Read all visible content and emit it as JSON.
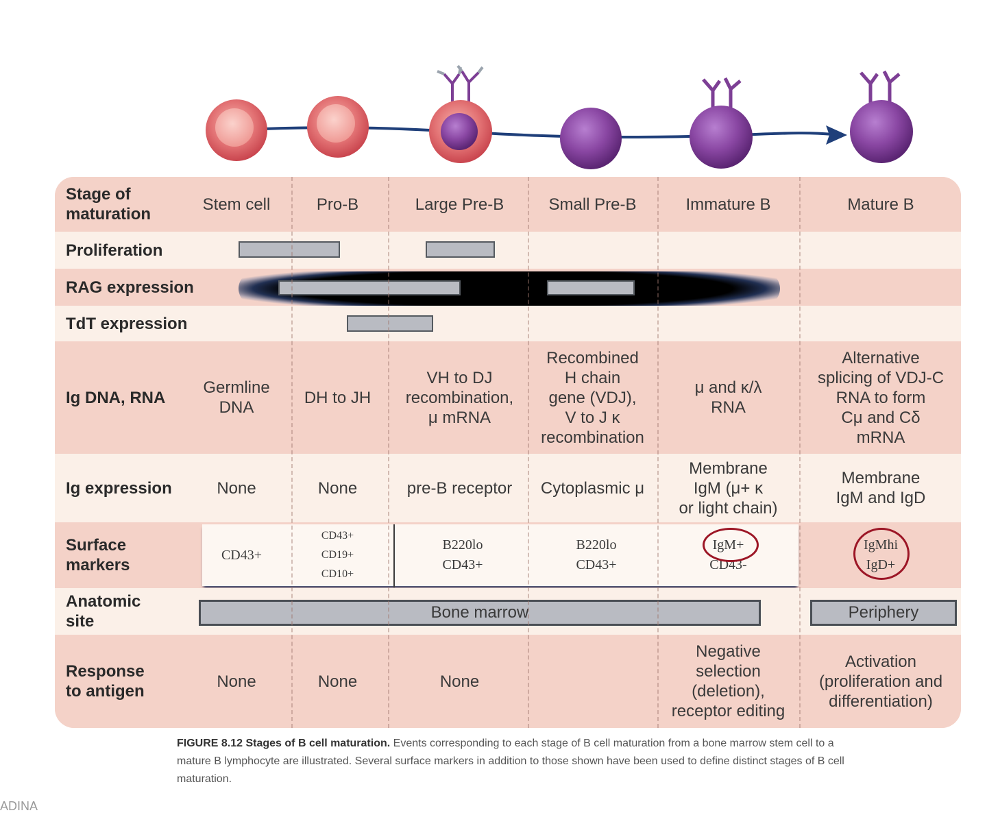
{
  "stages": [
    "Stem cell",
    "Pro-B",
    "Large Pre-B",
    "Small Pre-B",
    "Immature B",
    "Mature B"
  ],
  "rows": {
    "stage_label": "Stage of\nmaturation",
    "proliferation_label": "Proliferation",
    "rag_label": "RAG expression",
    "tdt_label": "TdT expression",
    "igdna_label": "Ig DNA, RNA",
    "igexp_label": "Ig expression",
    "surface_label": "Surface\nmarkers",
    "site_label": "Anatomic\nsite",
    "response_label": "Response\nto antigen"
  },
  "ig_dna": [
    "Germline\nDNA",
    "DH to JH",
    "VH to DJ\nrecombination,\nμ mRNA",
    "Recombined\nH chain\ngene (VDJ),\nV to J κ\nrecombination",
    "μ and κ/λ\nRNA",
    "Alternative\nsplicing of VDJ-C\nRNA to form\nCμ and Cδ\nmRNA"
  ],
  "ig_expression": [
    "None",
    "None",
    "pre-B receptor",
    "Cytoplasmic μ",
    "Membrane\nIgM (μ+ κ\nor light chain)",
    "Membrane\nIgM and IgD"
  ],
  "surface_markers": [
    "CD43+",
    "CD43+\nCD19+\nCD10+",
    "B220lo\nCD43+",
    "B220lo\nCD43+",
    "IgM+\nCD43-",
    "IgMhi\nIgD+"
  ],
  "anatomic_site": {
    "marrow": "Bone marrow",
    "periphery": "Periphery"
  },
  "response": [
    "None",
    "None",
    "None",
    "",
    "Negative\nselection\n(deletion),\nreceptor editing",
    "Activation\n(proliferation and\ndifferentiation)"
  ],
  "caption": {
    "label": "FIGURE 8.12",
    "title": "Stages of B cell maturation.",
    "text": "Events corresponding to each stage of B cell maturation from a bone marrow stem cell to a mature B lymphocyte are illustrated. Several surface markers in addition to those shown have been used to define distinct stages of B cell maturation."
  },
  "corner_text": "ADINA",
  "colors": {
    "pink_row": "#f4d2c8",
    "cream_row": "#fbf0e8",
    "bar_fill": "#b9bbc2",
    "circle_red": "#9c1626",
    "arrow_blue": "#1f3f7a",
    "cell_red": "#e06e70",
    "cell_purple": "#7d3f95"
  }
}
